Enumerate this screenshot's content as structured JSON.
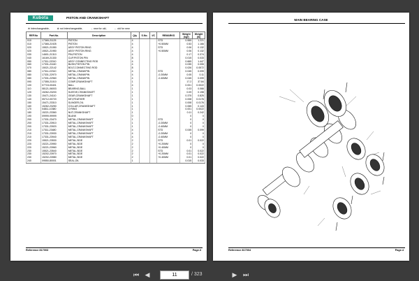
{
  "left_page": {
    "brand": "Kubota",
    "title": "PISTON AND CRANKSHAFT",
    "legend": [
      "⊕ Interchangeable,",
      "⊗ not interchangeable,",
      "→ new for old,",
      "← old for new"
    ],
    "headers": [
      "REF.No",
      "Part.No.",
      "Description",
      "Qty",
      "S.No.",
      "I/C",
      "REMARKS",
      "Weight (kgf)",
      "Weight (lb)"
    ],
    "rows": [
      [
        "010",
        "17365-21125",
        "PISTON",
        "4",
        "",
        "",
        "STD",
        "0.555",
        "1.221"
      ],
      [
        "010",
        "17365-21925",
        "PISTON",
        "4",
        "",
        "",
        "+0.50MM",
        "0.53",
        "1.166"
      ],
      [
        "020",
        "15521-21050",
        "ASSY PISTON RING",
        "4",
        "",
        "",
        "STD",
        "0.06",
        "0.132"
      ],
      [
        "020",
        "15521-21950",
        "ASSY PISTON RING",
        "4",
        "",
        "",
        "+0.50MM",
        "0.06",
        "0.132"
      ],
      [
        "030",
        "14601-21310",
        "PIN,PISTON",
        "4",
        "",
        "",
        "",
        "0.17",
        "0.374"
      ],
      [
        "040",
        "16169-21330",
        "CLIP,PISTON PIN",
        "8",
        "",
        "",
        "",
        "0.015",
        "0.033"
      ],
      [
        "050",
        "17311-22010",
        "ASSY CONNECTING ROD",
        "4",
        "",
        "",
        "",
        "0.665",
        "1.447"
      ],
      [
        "060",
        "17331-21160",
        "BUSH,PISTON PIN",
        "4",
        "",
        "",
        "",
        "0.035",
        "0.055"
      ],
      [
        "070",
        "15021-22142",
        "BOLT,CONNECTING ROD",
        "8",
        "",
        "",
        "",
        "0.026",
        "0.0572"
      ],
      [
        "080",
        "17311-22310",
        "METAL,CRANKPIN",
        "4",
        "",
        "",
        "STD",
        "0.045",
        "0.099"
      ],
      [
        "080",
        "17331-22970",
        "METAL,CRANKPIN",
        "4",
        "",
        "",
        "-0.20MM",
        "0.05",
        "0.11"
      ],
      [
        "080",
        "17331-22960",
        "METAL,CRANKPIN",
        "4",
        "",
        "",
        "-0.40MM",
        "0.045",
        "0.099"
      ],
      [
        "090",
        "17355-21010",
        "COMP,CRANKSHAFT",
        "1",
        "",
        "",
        "",
        "17.2",
        "37.84"
      ],
      [
        "100",
        "07715-00401",
        "BALL",
        "4",
        "",
        "",
        "",
        "0.001",
        "0.0022"
      ],
      [
        "110",
        "08121-06003",
        "BEARING,BALL",
        "1",
        "",
        "",
        "",
        "0.03",
        "0.066"
      ],
      [
        "120",
        "15262-23200",
        "SLEEVE,CRANKSHAFT",
        "1",
        "",
        "",
        "",
        "0.09",
        "0.198"
      ],
      [
        "130",
        "15471-24110",
        "GEAR,CRANKSHAFT",
        "1",
        "",
        "",
        "",
        "0.375",
        "0.825"
      ],
      [
        "140",
        "05712-00720",
        "KEY,FEATHER",
        "1",
        "",
        "",
        "",
        "0.008",
        "0.0176"
      ],
      [
        "150",
        "15471-23310",
        "SLINGER,OIL",
        "1",
        "",
        "",
        "",
        "0.008",
        "0.0176"
      ],
      [
        "160",
        "15262-23250",
        "COLLAR,CRANKSHAFT",
        "1",
        "",
        "",
        "",
        "0.065",
        "0.143"
      ],
      [
        "170",
        "04811-10380",
        "O RING",
        "1",
        "",
        "",
        "",
        "0.001",
        "0.0022"
      ],
      [
        "180",
        "15221-23360",
        "NUT,CRANKSHAFT",
        "1",
        "",
        "",
        "",
        "0.11",
        "0.242"
      ],
      [
        "190",
        "09999-99999",
        "BLANK",
        "0",
        "",
        "",
        "",
        "0",
        "0"
      ],
      [
        "200",
        "17331-23470",
        "METAL,CRANKSHAFT",
        "1",
        "",
        "",
        "STD",
        "0",
        "0"
      ],
      [
        "200",
        "17331-23910",
        "METAL,CRANKSHAFT",
        "1",
        "",
        "",
        "-0.20MM",
        "0",
        "0"
      ],
      [
        "200",
        "17331-23920",
        "METAL,CRANKSHAFT",
        "1",
        "",
        "",
        "-0.40MM",
        "0",
        "0"
      ],
      [
        "210",
        "17311-23480",
        "METAL,CRANKSHAFT",
        "4",
        "",
        "",
        "STD",
        "0.045",
        "0.099"
      ],
      [
        "210",
        "17331-23930",
        "METAL,CRANKSHAFT",
        "4",
        "",
        "",
        "-0.20MM",
        "0",
        "0"
      ],
      [
        "210",
        "17331-23940",
        "METAL,CRANKSHAFT",
        "4",
        "",
        "",
        "-0.40MM",
        "0",
        "0"
      ],
      [
        "220",
        "15521-23530",
        "METAL,SIDE",
        "2",
        "",
        "",
        "STD",
        "0.01",
        "0.022"
      ],
      [
        "220",
        "15221-23950",
        "METAL,SIDE",
        "2",
        "",
        "",
        "+0.20MM",
        "0",
        "0"
      ],
      [
        "220",
        "15221-23960",
        "METAL,SIDE",
        "2",
        "",
        "",
        "+0.40MM",
        "0",
        "0"
      ],
      [
        "230",
        "15521-23540",
        "METAL,SIDE",
        "2",
        "",
        "",
        "STD",
        "0.01",
        "0.022"
      ],
      [
        "230",
        "15202-23970",
        "METAL,SIDE",
        "2",
        "",
        "",
        "+0.20MM",
        "0.01",
        "0.022"
      ],
      [
        "230",
        "15202-23980",
        "METAL,SIDE",
        "2",
        "",
        "",
        "+0.40MM",
        "0.01",
        "0.022"
      ],
      [
        "240",
        "09550-80001",
        "SEAL,OIL",
        "1",
        "",
        "",
        "",
        "0.015",
        "0.033"
      ]
    ],
    "reference": "Reference 817003",
    "page_label": "Page.3"
  },
  "right_page": {
    "title": "MAIN BEARING CASE",
    "reference": "Reference 817004",
    "page_label": "Page.4"
  },
  "toolbar": {
    "current_page": "11",
    "total_pages": "/ 323"
  }
}
